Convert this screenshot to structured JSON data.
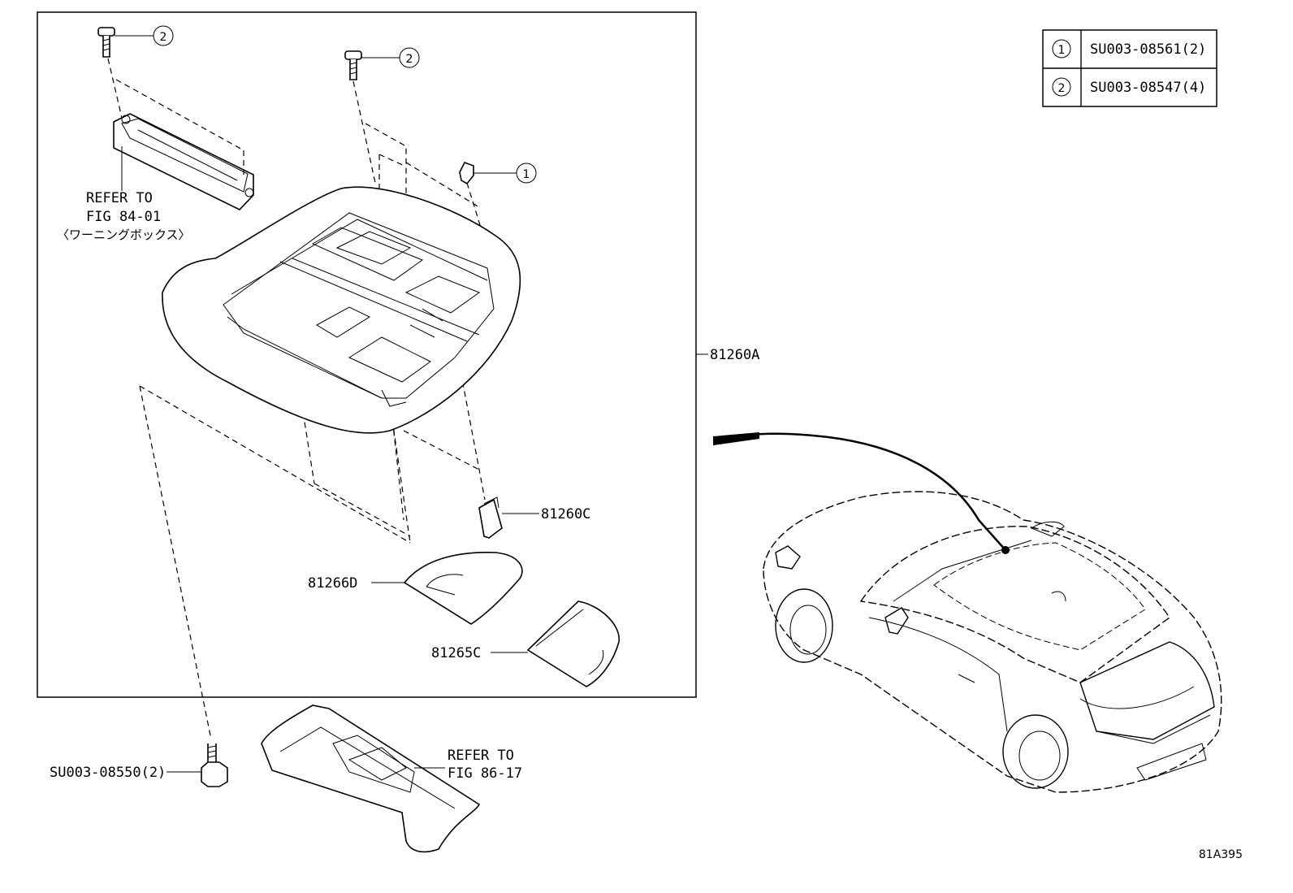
{
  "diagram_id": "81A395",
  "legend": [
    {
      "num": "1",
      "code": "SU003-08561(2)"
    },
    {
      "num": "2",
      "code": "SU003-08547(4)"
    }
  ],
  "parts": {
    "assembly": "81260A",
    "bulb": "81260C",
    "lens_d": "81266D",
    "lens_c": "81265C",
    "bolt": "SU003-08550(2)"
  },
  "refs": {
    "warning_box": {
      "line1": "REFER TO",
      "line2": "FIG 84-01",
      "line3": "〈ワーニングボックス〉"
    },
    "console": {
      "line1": "REFER TO",
      "line2": "FIG 86-17"
    }
  },
  "callouts": {
    "screw_left": "2",
    "screw_mid": "2",
    "clip": "1"
  }
}
